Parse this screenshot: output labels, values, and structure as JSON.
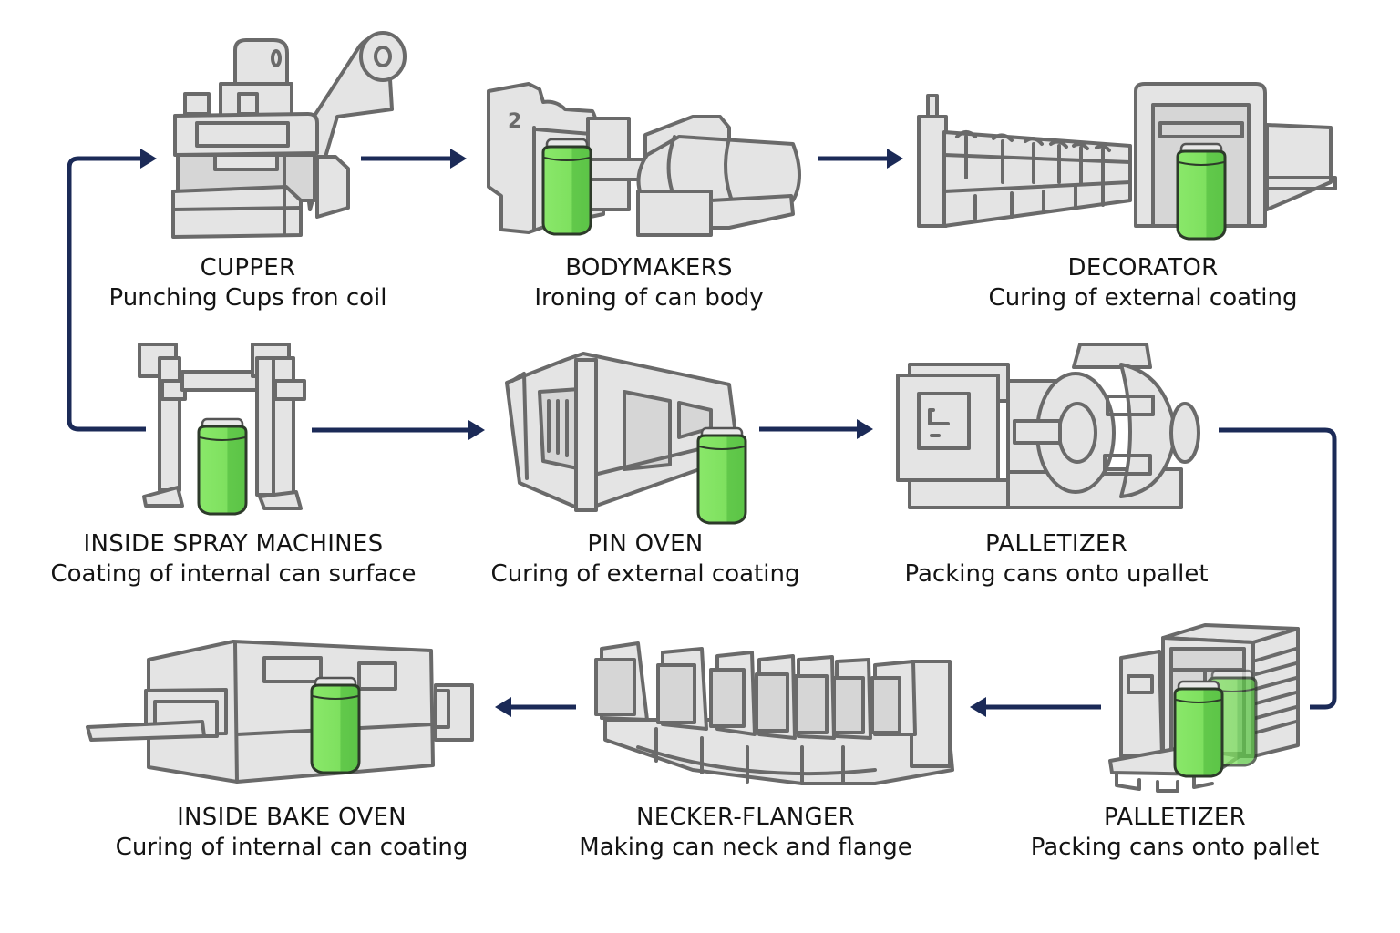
{
  "diagram": {
    "type": "process-flow",
    "colors": {
      "arrow": "#1b2a57",
      "machine_fill": "#e4e4e4",
      "machine_outline": "#6a6a6a",
      "can_green": "#7ee05f",
      "can_green_dark": "#5cc447",
      "text": "#141414"
    },
    "steps": [
      {
        "id": "cupper",
        "title": "CUPPER",
        "description": "Punching Cups fron coil",
        "icon": "cupper-press-icon",
        "has_can": false
      },
      {
        "id": "bodymakers",
        "title": "BODYMAKERS",
        "description": "Ironing of can body",
        "icon": "bodymaker-icon",
        "has_can": true,
        "machine_number": "2"
      },
      {
        "id": "decorator",
        "title": "DECORATOR",
        "description": "Curing of external coating",
        "icon": "decorator-icon",
        "has_can": true
      },
      {
        "id": "inside-spray",
        "title": "INSIDE SPRAY MACHINES",
        "description": "Coating of internal can surface",
        "icon": "spray-machine-icon",
        "has_can": true
      },
      {
        "id": "pin-oven",
        "title": "PIN OVEN",
        "description": "Curing of external coating",
        "icon": "pin-oven-icon",
        "has_can": true
      },
      {
        "id": "palletizer-1",
        "title": "PALLETIZER",
        "description": "Packing cans onto upallet",
        "icon": "palletizer-motor-icon",
        "has_can": false
      },
      {
        "id": "inside-bake-oven",
        "title": "INSIDE BAKE OVEN",
        "description": "Curing of internal can coating",
        "icon": "bake-oven-icon",
        "has_can": true
      },
      {
        "id": "necker-flanger",
        "title": "NECKER-FLANGER",
        "description": "Making can neck and flange",
        "icon": "necker-flanger-icon",
        "has_can": false
      },
      {
        "id": "palletizer-2",
        "title": "PALLETIZER",
        "description": "Packing cans onto pallet",
        "icon": "pallet-container-icon",
        "has_can": true
      }
    ],
    "connections": [
      {
        "from": "cupper",
        "to": "bodymakers"
      },
      {
        "from": "bodymakers",
        "to": "decorator"
      },
      {
        "from": "inside-spray",
        "to": "cupper"
      },
      {
        "from": "inside-spray",
        "to": "pin-oven"
      },
      {
        "from": "pin-oven",
        "to": "palletizer-1"
      },
      {
        "from": "palletizer-1",
        "to": "palletizer-2"
      },
      {
        "from": "palletizer-2",
        "to": "necker-flanger"
      },
      {
        "from": "necker-flanger",
        "to": "inside-bake-oven"
      }
    ]
  }
}
